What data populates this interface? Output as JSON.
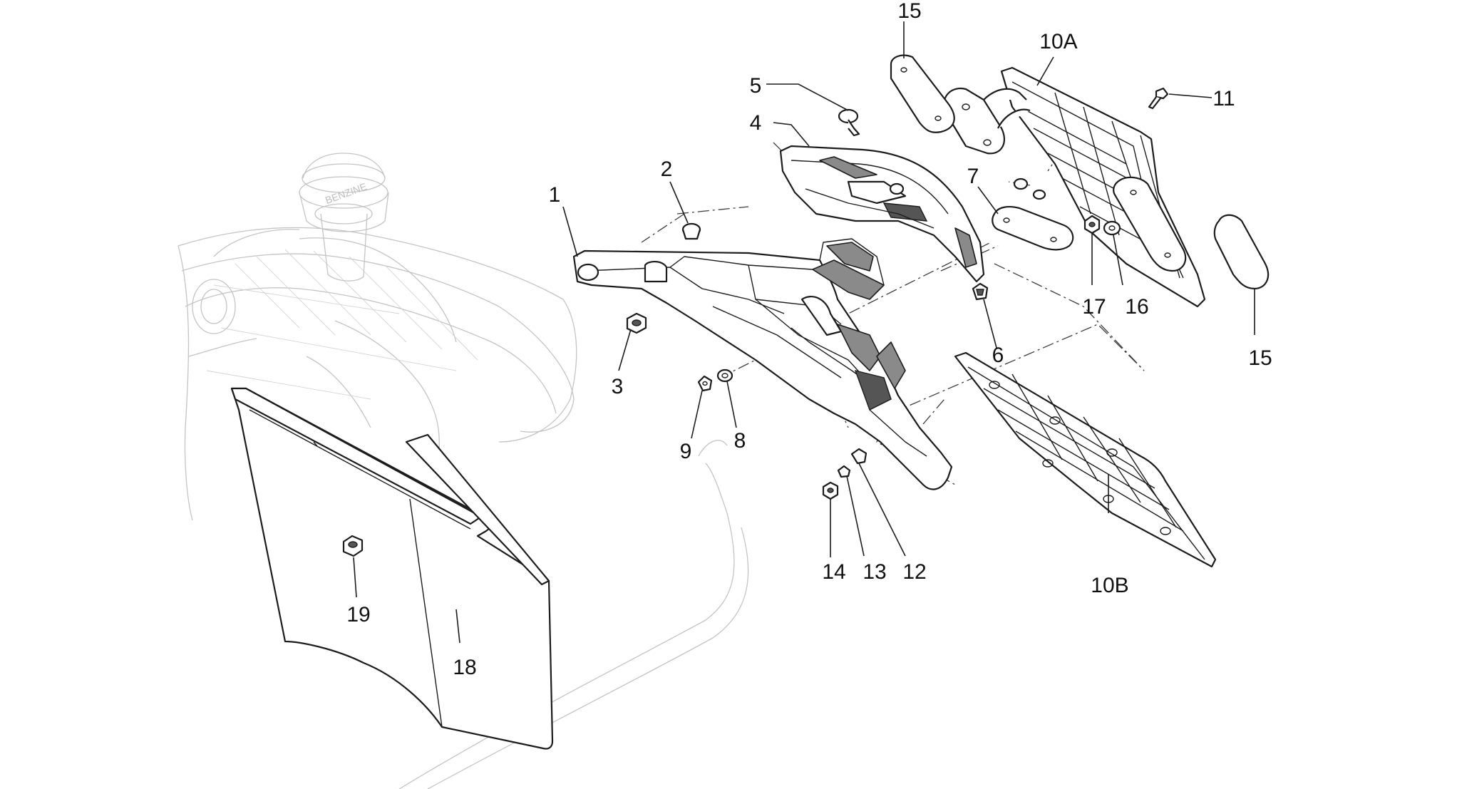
{
  "callouts": [
    {
      "id": "c1",
      "text": "1"
    },
    {
      "id": "c2",
      "text": "2"
    },
    {
      "id": "c3",
      "text": "3"
    },
    {
      "id": "c4",
      "text": "4"
    },
    {
      "id": "c5",
      "text": "5"
    },
    {
      "id": "c6",
      "text": "6"
    },
    {
      "id": "c7",
      "text": "7"
    },
    {
      "id": "c8",
      "text": "8"
    },
    {
      "id": "c9",
      "text": "9"
    },
    {
      "id": "c10a",
      "text": "10A"
    },
    {
      "id": "c10b",
      "text": "10B"
    },
    {
      "id": "c11",
      "text": "11"
    },
    {
      "id": "c12",
      "text": "12"
    },
    {
      "id": "c13",
      "text": "13"
    },
    {
      "id": "c14",
      "text": "14"
    },
    {
      "id": "c15a",
      "text": "15"
    },
    {
      "id": "c15b",
      "text": "15"
    },
    {
      "id": "c16",
      "text": "16"
    },
    {
      "id": "c17",
      "text": "17"
    },
    {
      "id": "c18",
      "text": "18"
    },
    {
      "id": "c19",
      "text": "19"
    }
  ],
  "tank_cap_text": "BENZINE"
}
